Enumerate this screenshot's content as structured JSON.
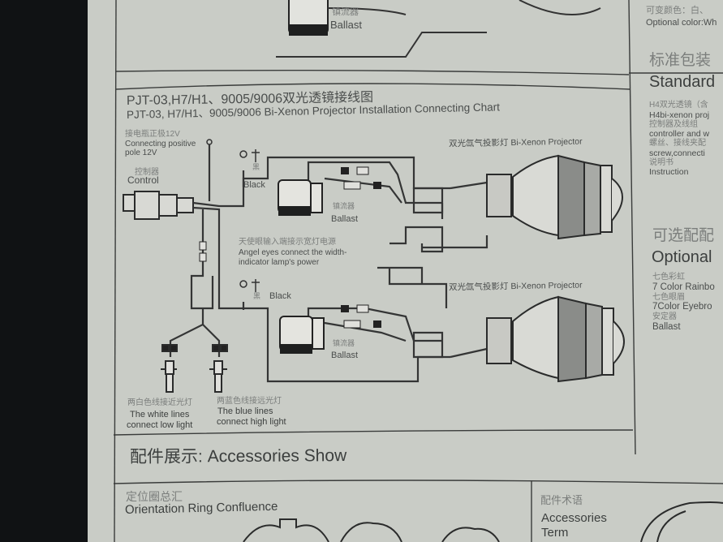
{
  "top_section": {
    "ballast_cn": "镇流器",
    "ballast_en": "Ballast",
    "optional_color_cn": "可变颜色：白、",
    "optional_color_en": "Optional color:Wh"
  },
  "wiring_chart": {
    "title_cn": "PJT-03,H7/H1、9005/9006双光透镜接线图",
    "title_en": "PJT-03, H7/H1、9005/9006 Bi-Xenon Projector Installation Connecting Chart",
    "positive_cn": "接电瓶正极12V",
    "positive_en_1": "Connecting positive",
    "positive_en_2": "pole 12V",
    "control_cn": "控制器",
    "control_en": "Control",
    "ground_cn": "黑",
    "black_1": "Black",
    "black_2": "Black",
    "ballast_1_cn": "镇流器",
    "ballast_1_en": "Ballast",
    "ballast_2_cn": "镇流器",
    "ballast_2_en": "Ballast",
    "projector_1": "双光氙气投影灯 Bi-Xenon Projector",
    "projector_2": "双光氙气投影灯 Bi-Xenon Projector",
    "angel_cn": "天使眼输入端接示宽灯电源",
    "angel_en_1": "Angel eyes connect the width-",
    "angel_en_2": "indicator lamp's power",
    "white_cn": "两白色线接近光灯",
    "white_en_1": "The white lines",
    "white_en_2": "connect low light",
    "blue_cn": "两蓝色线接远光灯",
    "blue_en_1": "The blue lines",
    "blue_en_2": "connect high light"
  },
  "standard_package": {
    "heading_cn": "标准包装",
    "heading_en": "Standard",
    "items": [
      {
        "cn": "H4双光透镜（含",
        "en": "H4bi-xenon proj"
      },
      {
        "cn": "控制器及线组",
        "en": "controller and w"
      },
      {
        "cn": "螺丝、接线夹配",
        "en": "screw,connecti"
      },
      {
        "cn": "说明书",
        "en": "Instruction"
      }
    ]
  },
  "optional_package": {
    "heading_cn": "可选配配",
    "heading_en": "Optional",
    "items": [
      {
        "cn": "七色彩虹",
        "en": "7 Color Rainbo"
      },
      {
        "cn": "七色眼眉",
        "en": "7Color Eyebro"
      },
      {
        "cn": "安定器",
        "en": "Ballast"
      }
    ]
  },
  "accessories": {
    "heading": "配件展示:  Accessories Show",
    "ring_cn": "定位圈总汇",
    "ring_en": "Orientation Ring Confluence",
    "term_cn": "配件术语",
    "term_en_1": "Accessories",
    "term_en_2": "Term"
  }
}
